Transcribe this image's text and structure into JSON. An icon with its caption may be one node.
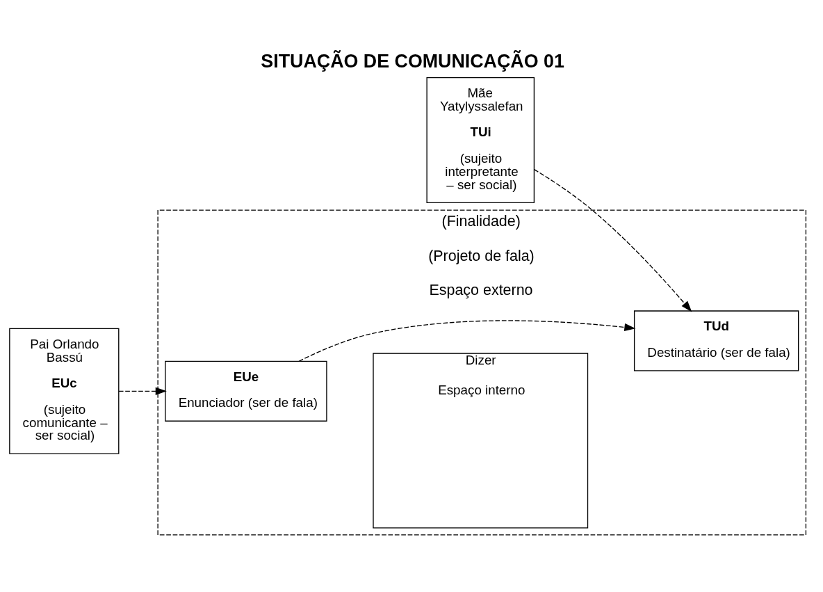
{
  "diagram": {
    "title": "SITUAÇÃO DE COMUNICAÇÃO 01",
    "nodes": [
      {
        "text": [
          "(Finalidade)",
          "(Projeto de fala)",
          "Espaço externo"
        ]
      },
      {
        "text": [
          "Dizer",
          "Espaço interno"
        ],
        "in": 0
      },
      {
        "text": [
          "Pai Orlando Bassú",
          "EUc",
          "(sujeito comunicante – ser social)"
        ]
      },
      {
        "text": [
          "EUe",
          "Enunciador (ser de fala)"
        ],
        "in": 0
      },
      {
        "text": [
          "TUd",
          "Destinatário (ser de fala)"
        ],
        "in": 0
      },
      {
        "text": [
          "Mãe Yatylyssalefan",
          "TUi",
          "(sujeito interpretante – ser social)"
        ]
      }
    ],
    "edges": [
      {
        "from": 2,
        "to": 3,
        "arrow": "to",
        "style": "dashed"
      },
      {
        "from": 3,
        "to": 4,
        "arrow": "to",
        "style": "dashed"
      },
      {
        "from": 5,
        "to": 4,
        "arrow": "to",
        "style": "dashed"
      }
    ]
  }
}
